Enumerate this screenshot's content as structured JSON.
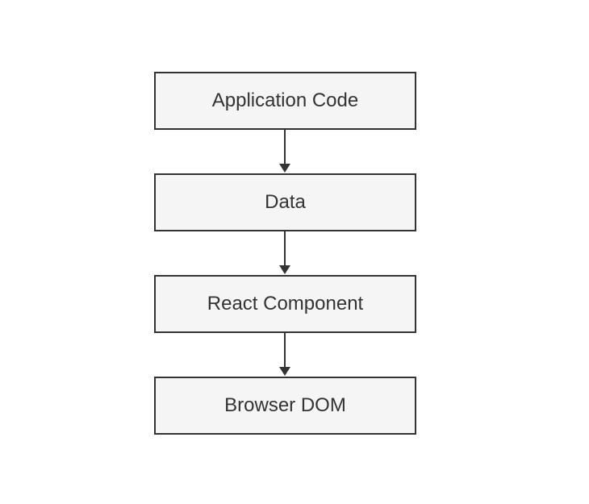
{
  "diagram": {
    "type": "flowchart",
    "direction": "top-down",
    "nodes": [
      {
        "id": "application-code",
        "label": "Application Code"
      },
      {
        "id": "data",
        "label": "Data"
      },
      {
        "id": "react-component",
        "label": "React Component"
      },
      {
        "id": "browser-dom",
        "label": "Browser DOM"
      }
    ],
    "edges": [
      {
        "from": "application-code",
        "to": "data",
        "style": "arrow"
      },
      {
        "from": "data",
        "to": "react-component",
        "style": "arrow"
      },
      {
        "from": "react-component",
        "to": "browser-dom",
        "style": "arrow"
      }
    ],
    "colors": {
      "background": "#ffffff",
      "node_fill": "#f5f5f5",
      "node_border": "#333333",
      "node_text": "#333333",
      "edge": "#333333"
    }
  }
}
